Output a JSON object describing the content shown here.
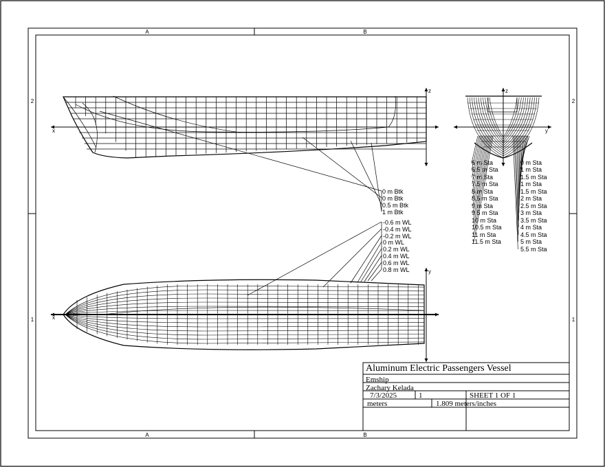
{
  "drawing": {
    "zones_columns": [
      "A",
      "B"
    ],
    "zones_rows": [
      "2",
      "1"
    ],
    "axis_labels": {
      "x": "x",
      "y": "y",
      "z": "z"
    },
    "buttock_labels": [
      "0 m Btk",
      "0 m Btk",
      "0.5 m Btk",
      "1 m Btk"
    ],
    "waterline_labels": [
      "-0.6 m WL",
      "-0.4 m WL",
      "-0.2 m WL",
      "0 m WL",
      "0.2 m WL",
      "0.4 m WL",
      "0.6 m WL",
      "0.8 m WL"
    ],
    "station_labels_left": [
      "6 m Sta",
      "6.5 m Sta",
      "7 m Sta",
      "7.5 m Sta",
      "8 m Sta",
      "8.5 m Sta",
      "9 m Sta",
      "9.5 m Sta",
      "10 m Sta",
      "10.5 m Sta",
      "11 m Sta",
      "11.5 m Sta"
    ],
    "station_labels_right": [
      "0 m Sta",
      "1 m Sta",
      "1.5 m Sta",
      "1 m Sta",
      "1.5 m Sta",
      "2 m Sta",
      "2.5 m Sta",
      "3 m Sta",
      "3.5 m Sta",
      "4 m Sta",
      "4.5 m Sta",
      "5 m Sta",
      "5.5 m Sta"
    ]
  },
  "title_block": {
    "title": "Aluminum Electric Passengers Vessel",
    "company": "Emship",
    "author": "Zachary Kelada",
    "date": "7/3/2025",
    "revision": "1",
    "sheet": "SHEET 1 OF 1",
    "units": "meters",
    "scale": "1.809 meters/inches"
  }
}
